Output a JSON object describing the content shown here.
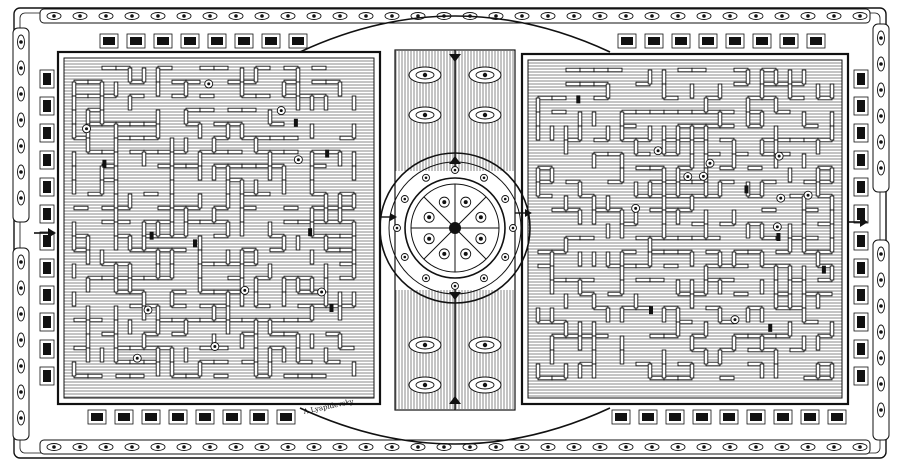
{
  "puzzle": {
    "kind": "maze",
    "ink_color": "#111111",
    "paper_color": "#ffffff",
    "sections": [
      "left-maze",
      "center-medallion",
      "right-maze"
    ],
    "entry_marker": "right-arrow",
    "exit_marker": "right-arrow",
    "signature": "A.Lyapidevsky"
  }
}
